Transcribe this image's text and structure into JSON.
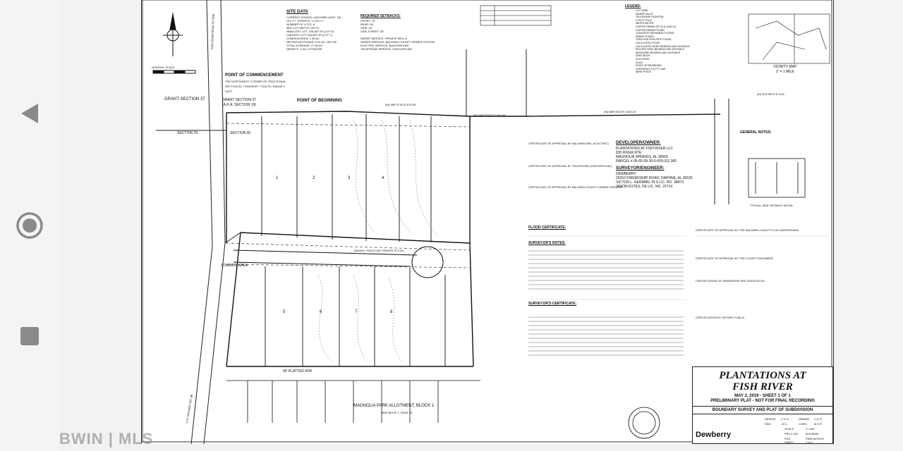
{
  "nav": {
    "back_icon": "triangle-back-icon",
    "home_icon": "circle-home-icon",
    "recent_icon": "square-recent-icon",
    "color": "#8a8a8a"
  },
  "watermark": "BWIN | MLS",
  "plat": {
    "site_data_title": "SITE DATA",
    "site_data_lines": "CURRENT ZONING: UNZONED (DIST. 16)\nLIN. FT. STREETS: 1,125 L.F.\nNUMBER OF LOTS: 8\nMIN. LOT WIDTH: 100 FT.\nSMALLEST LOT: 105,387 SF (LOT 6)\nLARGEST LOT: 253,405 SF (LOT 7)\nCOMMON AREA: 1.36 AC\nDETENTION PONDS: 0.51 AC. ON 299\nTOTAL ACREAGE: 27.89 AC\nDENSITY: 0.32 LOTS/ACRE",
    "setbacks_title": "REQUIRED SETBACKS:",
    "setbacks_lines": "FRONT: 75'\nREAR: 50'\nSIDE: 40'\nSIDE STREET: 30'\n\nWATER SERVICE: PRIVATE WELLS\nSEWER SERVICE: BALDWIN COUNTY SEWER SYSTEM\nELECTRIC SERVICE: BALDWIN EMC\nTELEPHONE SERVICE: CENTURYLINK",
    "legend_title": "LEGEND:",
    "legend_lines": "GUY WIRE\nSEWER VALVE\nTELEPHONE PEDESTAL\nUTILITY POLE\nWATER METER\nCAPPED REBAR SET (CA-1108-LS)\nCAPPED REBAR FOUND\nCONCRETE MONUMENT FOUND\nREBAR FOUND\nOPEN END IRON PIPE FOUND\nCALCULATED POINT\nCALCULATED DEED BEARING AND DISTANCE\nRECORD DEED BEARING AND DISTANCE\nMEASURED BEARING AND DISTANCE\nDEED BOOK\nPLAT BOOK\nSLIDE\nPOINT OF BEGINNING\nOVERHEAD UTILITY LINE\nWIRE FENCE",
    "vicinity_map_label": "VICINITY MAP\n1\" = 1 MILE",
    "setback_detail_label": "TYPICAL SIDE SETBACK DETAIL",
    "graphic_scale": "GRAPHIC SCALE",
    "point_commencement": "POINT OF COMMENCEMENT",
    "point_commencement_desc": "THE NORTHWEST CORNER OF FRACTIONAL\nSECTION 30, TOWNSHIP 7 SOUTH, RANGE 3\nEAST",
    "point_beginning": "POINT OF BEGINNING",
    "grant_37_left": "GRANT SECTION 37",
    "grant_37_right": "GRANT SECTION 37\n(A.K.A. SECTION 19)",
    "section_25": "SECTION 25",
    "section_30": "SECTION 30",
    "river_road": "FISH RIVER ROAD 50' R/W",
    "street_name": "XANADU TRACE (50' PRIVATE R.O.W.)",
    "platted_rw": "40' PLATTED R/W",
    "magnolia": "MAGNOLIA  PARK  ALLOTMENT,  BLOCK  1",
    "magnolia_book": "MAP BOOK 1, PAGE 75",
    "highway": "U.S. HIGHWAY NO. 98",
    "common_area": "COMMON AREA",
    "lot_numbers": [
      "1",
      "2",
      "3",
      "4",
      "5",
      "6",
      "7",
      "8"
    ],
    "bearing_top_1": "(M) S89°37'02\"E  670.55'",
    "bearing_top_2": "(M) S89°37'02\"E  1309.66'",
    "bearing_top_3": "(M) N89°45'43\"E  1520.33'",
    "bearing_top_4": "(M) S24°38'21\"E  9.43'",
    "developer_title": "DEVELOPER/OWNER:",
    "developer_lines": "PLANTATIONS AT FISH RIVER LLC\n835 RIVER RTE\nMAGNOLIA SPRINGS, AL 36555\nPARCEL # 05-55-09-30-0-000-011.000",
    "surveyor_title": "SURVEYOR/ENGINEER:",
    "surveyor_lines": "DEWBERRY\n25353 FRIENDSHIP ROAD, DAPHNE, AL 36526\nVICTOR L. GERMAN, PLS LIC. NO. 38473\nJASON ESTES, PE LIC. NO. 22714",
    "general_notes": "GENERAL NOTES:",
    "flood_cert": "FLOOD CERTIFICATE:",
    "surveyor_notes": "SURVEYOR'S NOTES:",
    "surveyor_cert": "SURVEYOR'S CERTIFICATE:",
    "cert_baldwin_emc": "CERTIFICATE OF APPROVAL BY BALDWIN EMC (ELECTRIC)",
    "cert_telephone": "CERTIFICATE OF APPROVAL BY TELEPHONE (CENTURYLINK)",
    "cert_sewer": "CERTIFICATE OF APPROVAL BY BALDWIN COUNTY SEWER SERVICE",
    "cert_county_addressing": "CERTIFICATE OF APPROVAL BY THE BALDWIN COUNTY E-911 ADDRESSING",
    "cert_county_engineer": "CERTIFICATE OF APPROVAL BY THE COUNTY ENGINEER",
    "cert_ownership": "CERTIFICATION OF OWNERSHIP AND DEDICATION",
    "cert_notary": "CERTIFICATION BY NOTARY PUBLIC",
    "title_main": "PLANTATIONS AT\nFISH RIVER",
    "title_date": "MAY 2, 2019 - SHEET 1 OF 1",
    "title_preliminary": "PRELIMINARY PLAT - NOT FOR FINAL RECORDING",
    "title_plat": "BOUNDARY SURVEY AND PLAT OF SUBDIVISION",
    "firm": "Dewberry",
    "scale_value": "1\"=100'",
    "proj_no": "50109838",
    "file_name": "PRELIM-PAT9",
    "sheet_label": "1 of 1",
    "row_labels": [
      "DESIGN",
      "ENG",
      "DRAWN",
      "CHKD.",
      "SCALE",
      "PROJ. NO.",
      "FILE",
      "SHEET"
    ],
    "row_values": [
      "C.K.H.",
      "J.E.L.",
      "C.K.H.",
      "M.S.P.",
      "1\"=100'",
      "50109838",
      "PRELIM-PAT9",
      "1 of 1"
    ]
  }
}
